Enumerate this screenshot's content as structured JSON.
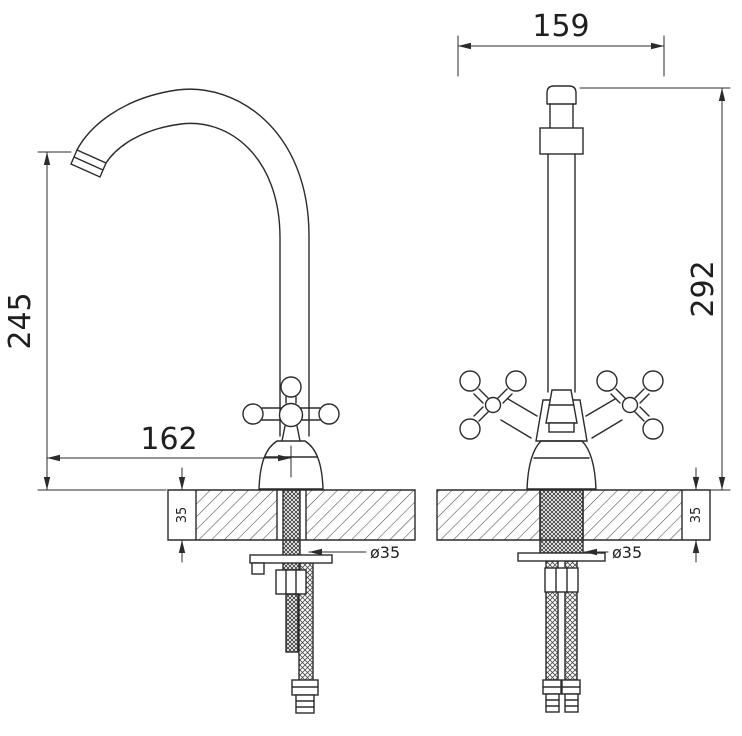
{
  "drawing": {
    "background_color": "#ffffff",
    "line_color": "#2b2b2b",
    "views": {
      "side": {
        "spout_height": "245",
        "spout_reach": "162",
        "deck_thickness": "35",
        "hole_diameter": "ø35"
      },
      "front": {
        "overall_width": "159",
        "body_height": "292",
        "deck_thickness": "35",
        "hole_diameter": "ø35"
      }
    }
  }
}
